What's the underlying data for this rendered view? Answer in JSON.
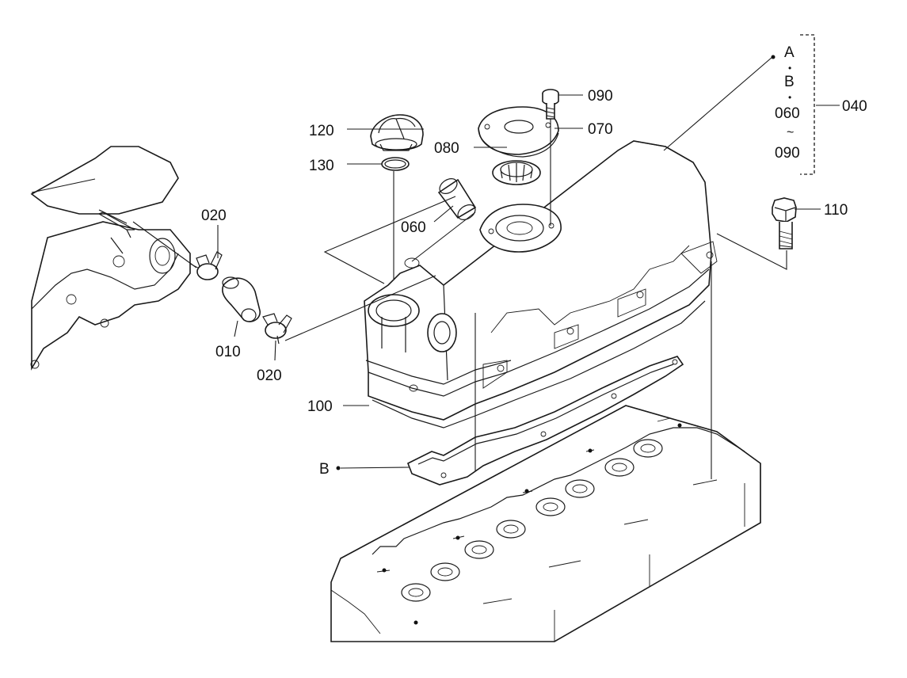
{
  "callouts": {
    "p010": "010",
    "p020_top": "020",
    "p020_bottom": "020",
    "p040": "040",
    "p060": "060",
    "p070": "070",
    "p080": "080",
    "p090": "090",
    "p100": "100",
    "p110": "110",
    "p120": "120",
    "p130": "130",
    "ref_b": "B"
  },
  "group_040": {
    "line1": "A",
    "dot1": "•",
    "line2": "B",
    "dot2": "•",
    "line3": "060",
    "tilde": "~",
    "line4": "090"
  }
}
